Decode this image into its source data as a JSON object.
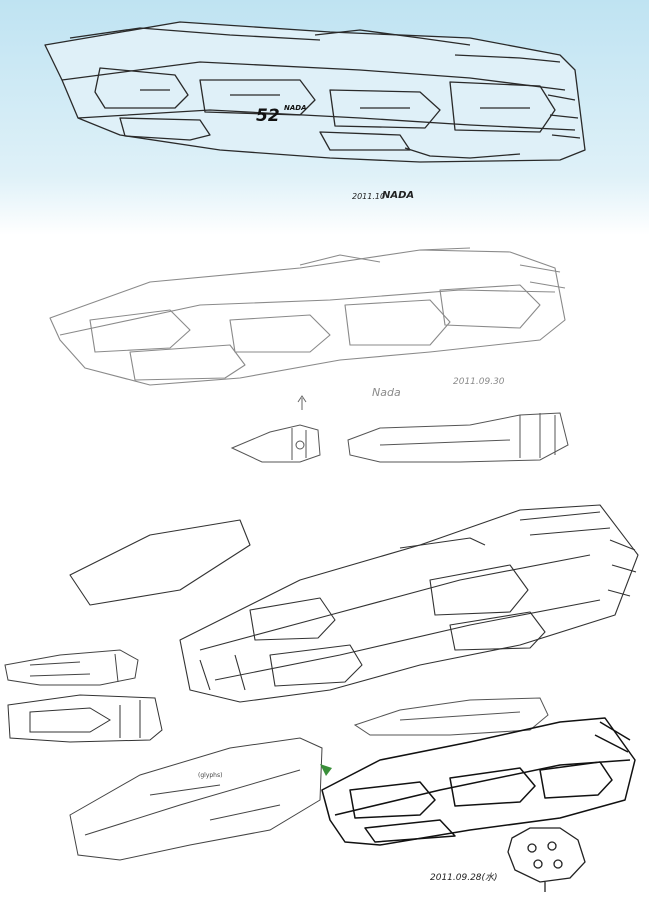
{
  "artwork": {
    "type": "concept sketch sheet",
    "subject": "spaceship designs",
    "background_top_color": "#bfe3f2",
    "background_bottom_color": "#ffffff",
    "ink_color": "#2a2a2a",
    "pencil_color": "#8a8a8a",
    "accent_color": "#3a8f3a"
  },
  "annotations": {
    "hull_number": "52",
    "hull_tag": "NADA",
    "date_top": "2011.10",
    "signature_top": "NADA",
    "signature_middle": "Nada",
    "date_middle": "2011.09.30",
    "date_bottom": "2011.09.28(水)"
  }
}
